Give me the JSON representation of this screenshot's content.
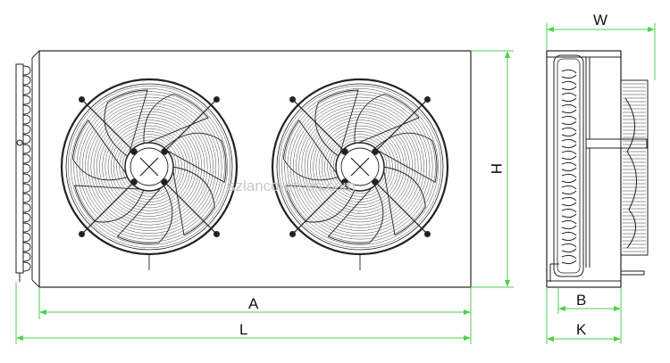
{
  "labels": {
    "A": "A",
    "L": "L",
    "H": "H",
    "W": "W",
    "B": "B",
    "K": "K"
  },
  "watermark": "szlanco-en.en.com",
  "colors": {
    "dimension_line": "#4dd24d",
    "outline": "#222222",
    "watermark": "#c9c9c9"
  }
}
